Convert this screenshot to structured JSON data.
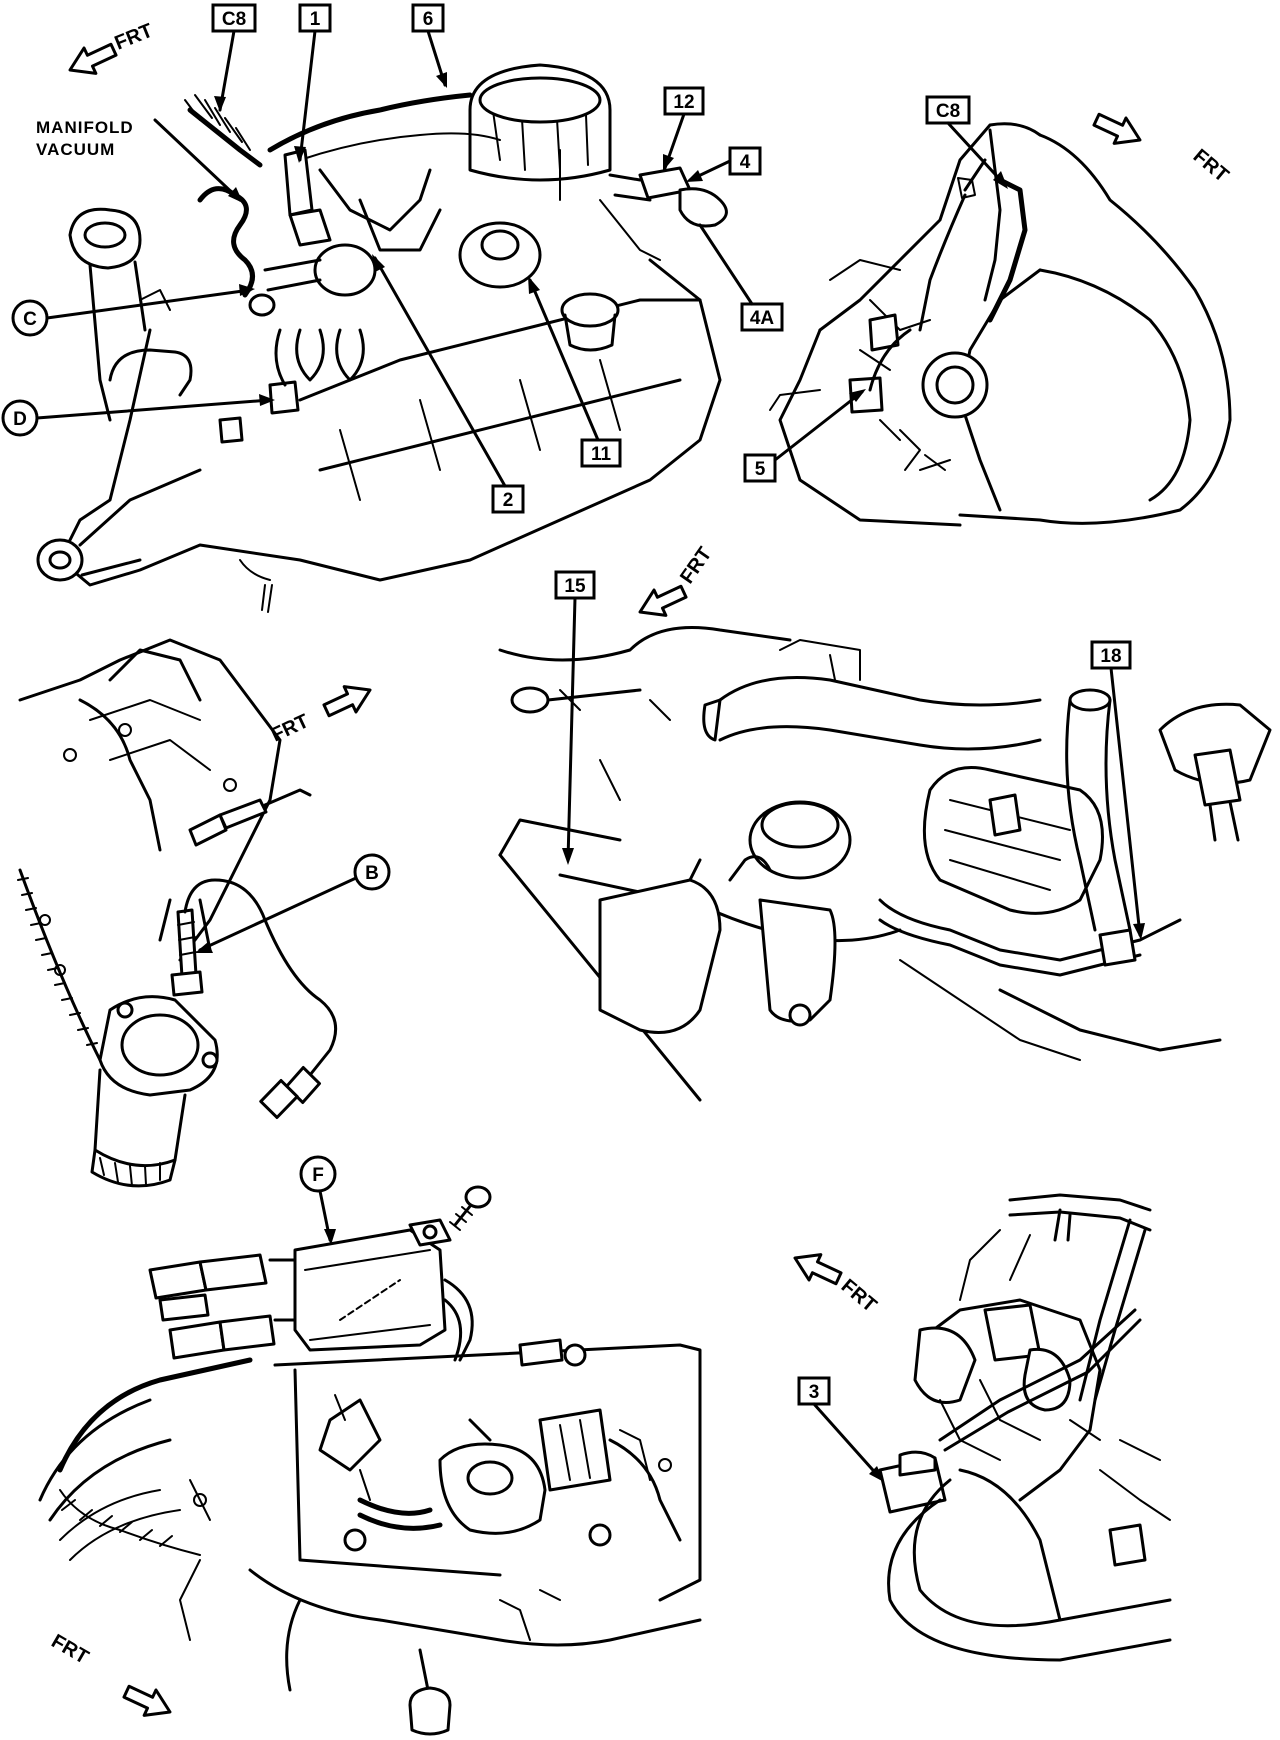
{
  "labels": {
    "c8_top": "C8",
    "n1": "1",
    "n6": "6",
    "n12": "12",
    "n4": "4",
    "n4a": "4A",
    "c8_right": "C8",
    "n5": "5",
    "n11": "11",
    "n2": "2",
    "n15": "15",
    "n18": "18",
    "n3": "3",
    "circle_c": "C",
    "circle_d": "D",
    "circle_b": "B",
    "circle_f": "F"
  },
  "text": {
    "manifold_line1": "MANIFOLD",
    "manifold_line2": "VACUUM"
  },
  "direction": {
    "frt": "FRT"
  },
  "icons": {
    "arrow": "frt-direction-arrow-icon"
  }
}
